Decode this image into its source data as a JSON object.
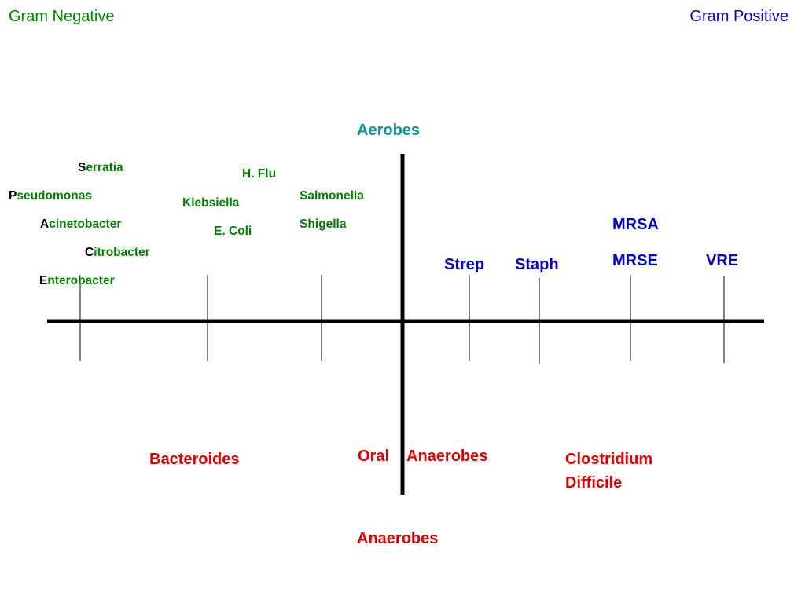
{
  "colors": {
    "gram_negative": "#008000",
    "gram_positive": "#0000cc",
    "aerobes": "#009999",
    "anaerobes": "#e00000",
    "axis": "#000000"
  },
  "header": {
    "gram_negative": "Gram Negative",
    "gram_positive": "Gram Positive"
  },
  "axis_labels": {
    "aerobes": "Aerobes",
    "anaerobes": "Anaerobes"
  },
  "gram_negative_aerobes": {
    "serratia": {
      "initial": "S",
      "rest": "erratia"
    },
    "pseudomonas": {
      "initial": "P",
      "rest": "seudomonas"
    },
    "acinetobacter": {
      "initial": "A",
      "rest": "cinetobacter"
    },
    "citrobacter": {
      "initial": "C",
      "rest": "itrobacter"
    },
    "enterobacter": {
      "initial": "E",
      "rest": "nterobacter"
    },
    "h_flu": "H. Flu",
    "klebsiella": "Klebsiella",
    "e_coli": "E. Coli",
    "salmonella": "Salmonella",
    "shigella": "Shigella"
  },
  "gram_positive_aerobes": {
    "strep": "Strep",
    "staph": "Staph",
    "mrsa": "MRSA",
    "mrse": "MRSE",
    "vre": "VRE"
  },
  "anaerobe_organisms": {
    "bacteroides": "Bacteroides",
    "oral": "Oral",
    "oral_anaerobes": "Anaerobes",
    "clostridium_line1": "Clostridium",
    "clostridium_line2": "Difficile"
  }
}
